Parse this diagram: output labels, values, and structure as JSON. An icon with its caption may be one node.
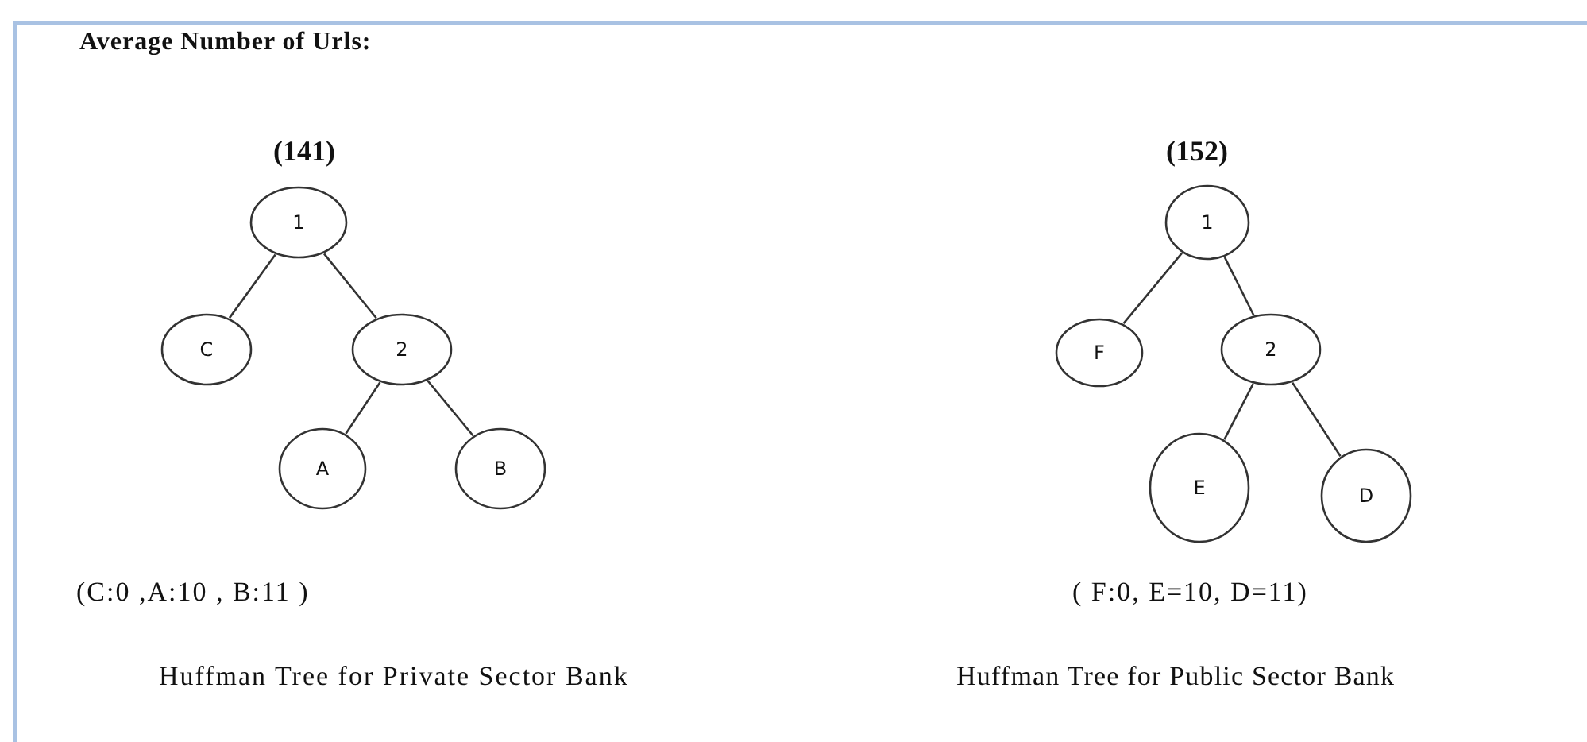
{
  "diagram": {
    "title": "Average Number of Urls:",
    "nodes": [
      {
        "text": [
          "1"
        ]
      },
      {
        "text": [
          "C"
        ]
      },
      {
        "text": [
          "2"
        ]
      },
      {
        "text": [
          "A"
        ]
      },
      {
        "text": [
          "B"
        ]
      },
      {
        "text": [
          "1"
        ]
      },
      {
        "text": [
          "F"
        ]
      },
      {
        "text": [
          "2"
        ]
      },
      {
        "text": [
          "E"
        ]
      },
      {
        "text": [
          "D"
        ]
      }
    ],
    "edges": [
      {
        "from": 0,
        "to": 1,
        "arrow": "none"
      },
      {
        "from": 0,
        "to": 2,
        "arrow": "none"
      },
      {
        "from": 2,
        "to": 3,
        "arrow": "none"
      },
      {
        "from": 2,
        "to": 4,
        "arrow": "none"
      },
      {
        "from": 5,
        "to": 6,
        "arrow": "none"
      },
      {
        "from": 5,
        "to": 7,
        "arrow": "none"
      },
      {
        "from": 7,
        "to": 8,
        "arrow": "none"
      },
      {
        "from": 7,
        "to": 9,
        "arrow": "none"
      }
    ],
    "labels": [
      "(141)",
      "(152)",
      "(C:0 ,A:10 , B:11 )",
      "( F:0, E=10, D=11)",
      "Huffman Tree for Private Sector Bank",
      "Huffman Tree for Public Sector Bank"
    ]
  }
}
